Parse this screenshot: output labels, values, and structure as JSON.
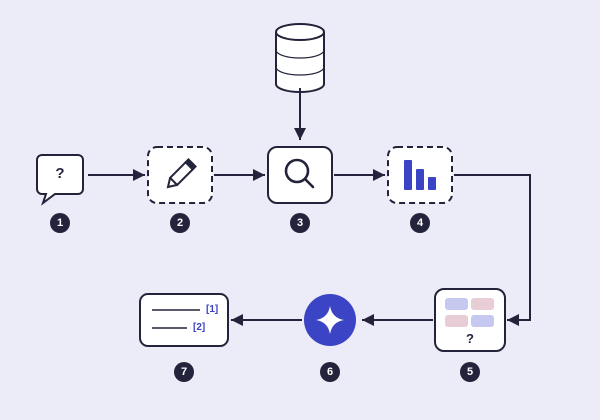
{
  "diagram": {
    "colors": {
      "ink": "#23233c",
      "accent": "#3b44c4",
      "background": "#ececf8",
      "card_blue": "#c5c9f0",
      "card_pink": "#e8ccd6"
    },
    "steps": [
      {
        "number": "1",
        "icon": "question-bubble-icon",
        "label": "?"
      },
      {
        "number": "2",
        "icon": "pencil-icon"
      },
      {
        "number": "3",
        "icon": "magnifier-icon"
      },
      {
        "number": "4",
        "icon": "bar-chart-icon"
      },
      {
        "number": "5",
        "icon": "card-grid-icon",
        "label": "?"
      },
      {
        "number": "6",
        "icon": "sparkle-icon"
      },
      {
        "number": "7",
        "icon": "citation-list-icon",
        "refs": [
          "[1]",
          "[2]"
        ]
      }
    ],
    "source": {
      "icon": "database-icon"
    }
  }
}
